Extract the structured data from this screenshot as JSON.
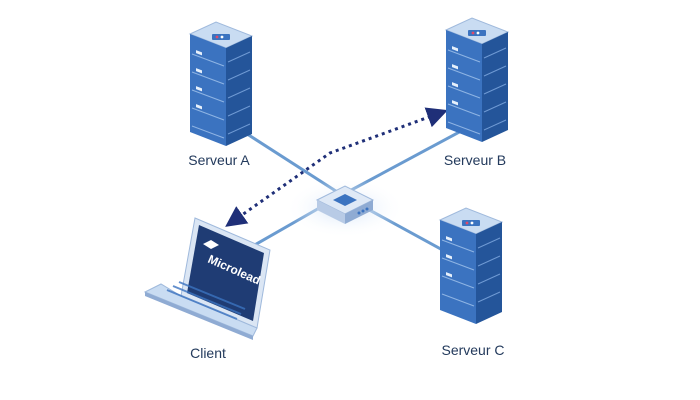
{
  "diagram": {
    "nodes": [
      {
        "id": "server-a",
        "label": "Serveur A",
        "kind": "server"
      },
      {
        "id": "server-b",
        "label": "Serveur B",
        "kind": "server"
      },
      {
        "id": "server-c",
        "label": "Serveur C",
        "kind": "server"
      },
      {
        "id": "client",
        "label": "Client",
        "kind": "laptop",
        "screen_logo_text": "Microlead"
      },
      {
        "id": "switch",
        "label": "",
        "kind": "network-switch"
      }
    ],
    "links": [
      {
        "from": "switch",
        "to": "server-a",
        "style": "solid"
      },
      {
        "from": "switch",
        "to": "server-b",
        "style": "solid"
      },
      {
        "from": "switch",
        "to": "server-c",
        "style": "solid"
      },
      {
        "from": "switch",
        "to": "client",
        "style": "solid"
      },
      {
        "from": "client",
        "to": "server-b",
        "style": "dotted-double-arrow"
      }
    ],
    "colors": {
      "server_front": "#3b73c0",
      "server_side": "#24559a",
      "server_top": "#c9dcf2",
      "link": "#6a9bd0",
      "dotted_arrow": "#1f2f78",
      "label": "#233a5c",
      "laptop_screen": "#1f3c74"
    }
  }
}
